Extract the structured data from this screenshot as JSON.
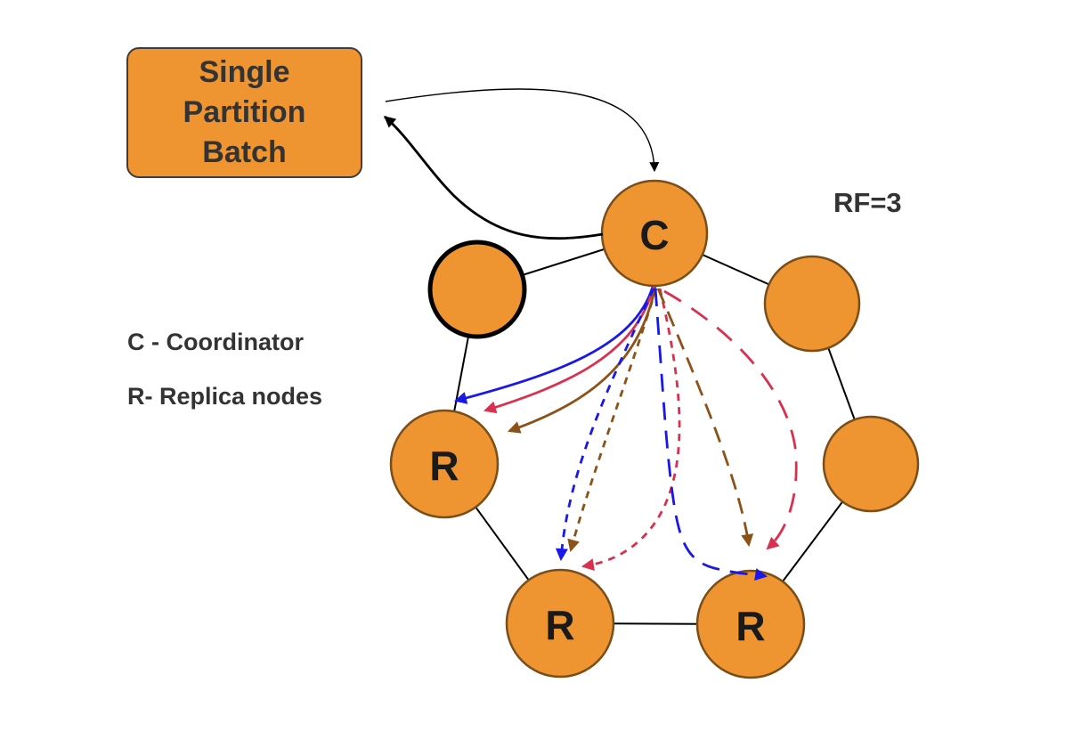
{
  "colors": {
    "node_fill": "#EE9430",
    "node_border": "#7A4E18",
    "thick_border": "#000000",
    "line": "#000000",
    "blue": "#1A18E8",
    "red": "#D9304F",
    "brown": "#8C5217",
    "text": "#333333",
    "label": "#1A1A1A"
  },
  "batch_box": {
    "label": "Single Partition Batch"
  },
  "annotations": {
    "rf": "RF=3"
  },
  "legend": {
    "coordinator": "C - Coordinator",
    "replica": "R- Replica nodes"
  },
  "nodes": {
    "coordinator": {
      "label": "C"
    },
    "replica_left": {
      "label": "R"
    },
    "replica_bottom_left": {
      "label": "R"
    },
    "replica_bottom_right": {
      "label": "R"
    }
  }
}
